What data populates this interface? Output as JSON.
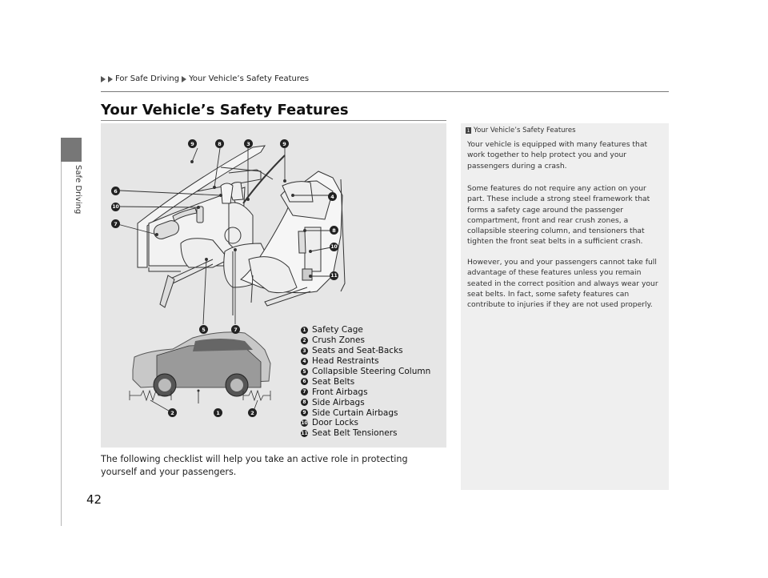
{
  "breadcrumb": {
    "items": [
      "For Safe Driving",
      "Your Vehicle’s Safety Features"
    ]
  },
  "side_tab": {
    "label": "Safe Driving"
  },
  "page_title": "Your Vehicle’s Safety Features",
  "figure": {
    "legend": [
      {
        "num": "1",
        "label": "Safety Cage"
      },
      {
        "num": "2",
        "label": "Crush Zones"
      },
      {
        "num": "3",
        "label": "Seats and Seat-Backs"
      },
      {
        "num": "4",
        "label": "Head Restraints"
      },
      {
        "num": "5",
        "label": "Collapsible Steering Column"
      },
      {
        "num": "6",
        "label": "Seat Belts"
      },
      {
        "num": "7",
        "label": "Front Airbags"
      },
      {
        "num": "8",
        "label": "Side Airbags"
      },
      {
        "num": "9",
        "label": "Side Curtain Airbags"
      },
      {
        "num": "10",
        "label": "Door Locks"
      },
      {
        "num": "11",
        "label": "Seat Belt Tensioners"
      }
    ],
    "callouts": {
      "c9a": "9",
      "c8": "8",
      "c3": "3",
      "c9b": "9",
      "c6": "6",
      "c10a": "10",
      "c7a": "7",
      "c4": "4",
      "c8b": "8",
      "c10b": "10",
      "c11": "11",
      "c5": "5",
      "c7b": "7",
      "c2a": "2",
      "c1": "1",
      "c2b": "2"
    }
  },
  "body_text": "The following checklist will help you take an active role in protecting yourself and your passengers.",
  "page_number": "42",
  "notes": {
    "badge": "1",
    "heading": "Your Vehicle’s Safety Features",
    "paragraphs": [
      "Your vehicle is equipped with many features that work together to help protect you and your passengers during a crash.",
      "Some features do not require any action on your part. These include a strong steel framework that forms a safety cage around the passenger compartment, front and rear crush zones, a collapsible steering column, and tensioners that tighten the front seat belts in a sufficient crash.",
      "However, you and your passengers cannot take full advantage of these features unless you remain seated in the correct position and always wear your seat belts. In fact, some safety features can contribute to injuries if they are not used properly."
    ]
  }
}
